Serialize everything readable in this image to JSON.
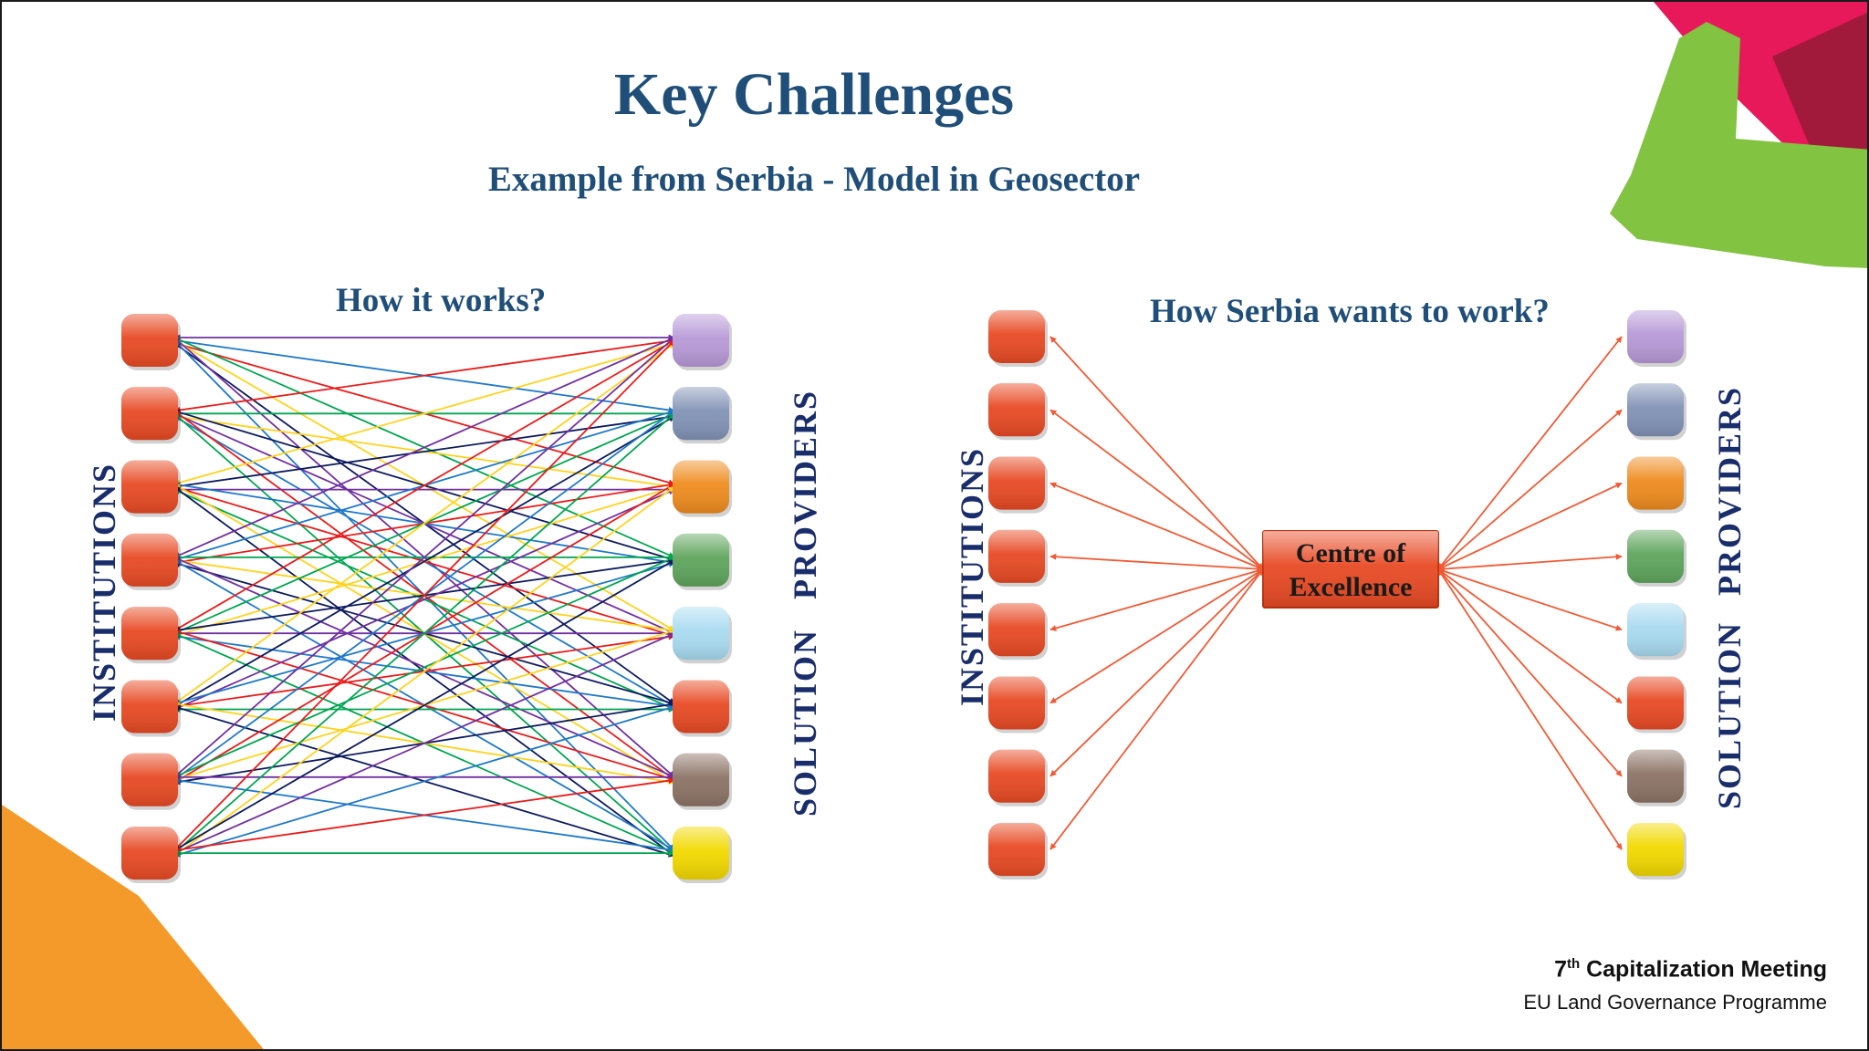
{
  "header": {
    "title": "Key Challenges",
    "subtitle": "Example from Serbia - Model in Geosector"
  },
  "left_diagram": {
    "caption": "How it works?",
    "institutions_label": "INSTITUTIONS",
    "providers_label_1": "SOLUTION",
    "providers_label_2": "PROVIDERS"
  },
  "right_diagram": {
    "caption": "How Serbia wants to work?",
    "institutions_label": "INSTITUTIONS",
    "providers_label_1": "SOLUTION",
    "providers_label_2": "PROVIDERS",
    "centre_line_1": "Centre of",
    "centre_line_2": "Excellence"
  },
  "footer": {
    "meeting_number": "7",
    "meeting_suffix": "th",
    "meeting_title": " Capitalization Meeting",
    "programme": "EU Land Governance Programme"
  },
  "colors": {
    "institution": "#e84a24",
    "providers": [
      "#b89ad8",
      "#8293b6",
      "#ef8c1f",
      "#5fa55d",
      "#a9dbf1",
      "#e84a24",
      "#8c7466",
      "#f2d900"
    ],
    "link_colors": [
      "#7030a0",
      "#0d1b5e",
      "#ffd320",
      "#00a550",
      "#e81c1c",
      "#1f78c8"
    ],
    "centre_arrow": "#ef5a35",
    "title": "#1f4e79",
    "side_label": "#1a2d6b",
    "decor_green": "#82c341",
    "decor_pink": "#e8195a",
    "decor_orange": "#f39a2a"
  },
  "counts": {
    "institutions": 8,
    "providers": 8
  }
}
